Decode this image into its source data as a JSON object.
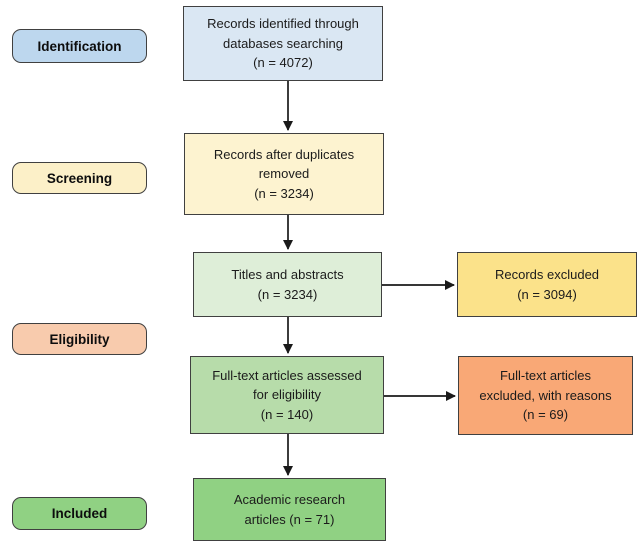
{
  "colors": {
    "background": "#ffffff",
    "box_border": "#404040",
    "arrow": "#1a1a1a"
  },
  "stages": [
    {
      "id": "identification",
      "label": "Identification",
      "fill": "#bdd7ee"
    },
    {
      "id": "screening",
      "label": "Screening",
      "fill": "#fcf0c8"
    },
    {
      "id": "eligibility",
      "label": "Eligibility",
      "fill": "#f8cbad"
    },
    {
      "id": "included",
      "label": "Included",
      "fill": "#90d183"
    }
  ],
  "boxes": [
    {
      "id": "records-identified",
      "text": "Records identified through\ndatabases searching\n(n = 4072)",
      "n": 4072,
      "fill": "#dae7f3"
    },
    {
      "id": "duplicates-removed",
      "text": "Records after duplicates\nremoved\n(n = 3234)",
      "n": 3234,
      "fill": "#fdf3d0"
    },
    {
      "id": "titles-abstracts",
      "text": "Titles and abstracts\n(n = 3234)",
      "n": 3234,
      "fill": "#deeed8"
    },
    {
      "id": "records-excluded",
      "text": "Records excluded\n(n = 3094)",
      "n": 3094,
      "fill": "#fbe28a"
    },
    {
      "id": "fulltext-assessed",
      "text": "Full-text articles assessed\nfor eligibility\n(n = 140)",
      "n": 140,
      "fill": "#b7dcaa"
    },
    {
      "id": "fulltext-excluded",
      "text": "Full-text articles\nexcluded, with reasons\n(n = 69)",
      "n": 69,
      "fill": "#f9a876"
    },
    {
      "id": "included-articles",
      "text": "Academic research\narticles (n = 71)",
      "n": 71,
      "fill": "#90d183"
    }
  ]
}
